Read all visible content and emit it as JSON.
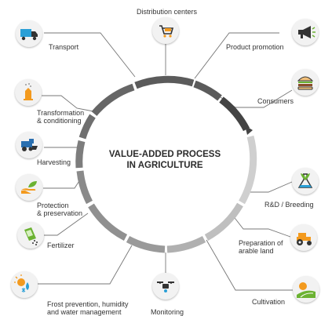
{
  "title": {
    "line1": "VALUE-ADDED PROCESS",
    "line2": "IN AGRICULTURE"
  },
  "stages": {
    "distribution": "Distribution centers",
    "promotion": "Product promotion",
    "consumers": "Consumers",
    "rnd": "R&D / Breeding",
    "preparation_1": "Preparation of",
    "preparation_2": "arable land",
    "cultivation": "Cultivation",
    "monitoring": "Monitoring",
    "frost_1": "Frost prevention, humidity",
    "frost_2": "and water management",
    "fertilizer": "Fertilizer",
    "protection_1": "Protection",
    "protection_2": "& preservation",
    "harvesting": "Harvesting",
    "transformation_1": "Transformation",
    "transformation_2": "& conditioning",
    "transport": "Transport"
  },
  "colors": {
    "ring_dark": "#5b5b5b",
    "ring_mid": "#8a8a8a",
    "ring_light": "#c4c4c4",
    "ring_pale": "#dcdcdc",
    "connector": "#777777",
    "accent_orange": "#f39a1e",
    "accent_green": "#6bb232"
  },
  "icons": {
    "distribution": "shopping-cart-icon",
    "promotion": "megaphone-icon",
    "consumers": "burger-icon",
    "rnd": "seedling-flask-icon",
    "preparation": "tractor-icon",
    "cultivation": "field-sun-icon",
    "monitoring": "drone-icon",
    "frost": "sun-snow-drop-icon",
    "fertilizer": "fertilizer-bag-icon",
    "protection": "hand-leaf-icon",
    "harvesting": "harvester-icon",
    "transformation": "silo-icon",
    "transport": "truck-icon"
  }
}
